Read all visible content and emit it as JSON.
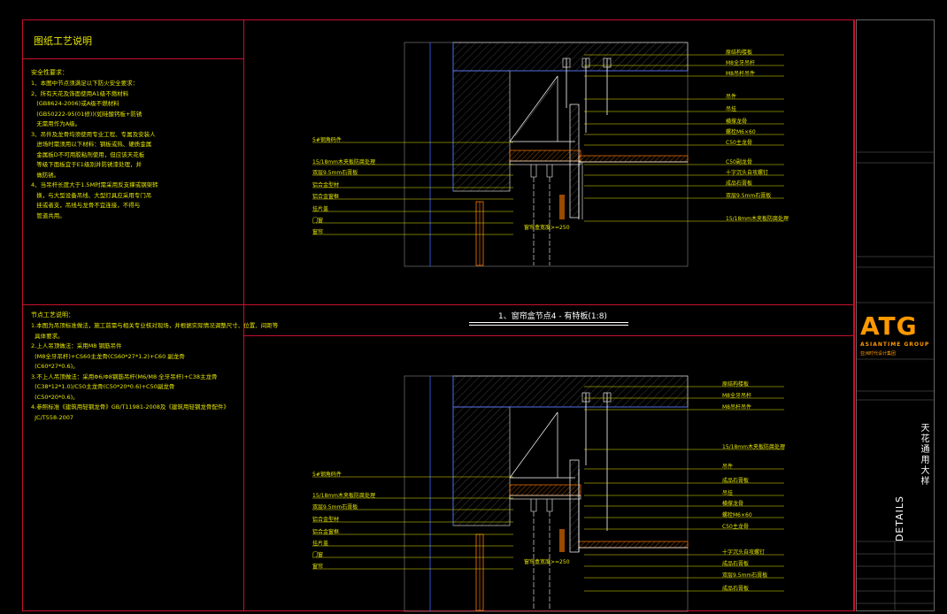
{
  "notes_panel": {
    "title": "图纸工艺说明",
    "safety_heading": "安全性要求：",
    "safety_lines": [
      "1、本图中节点须满足以下防火安全要求：",
      "2、所有天花及饰面使用A1级不燃材料",
      "   (GB8624-2006)或A级不燃材料",
      "   (GB50222-95(01修))(如硅酸钙板+防锈",
      "   无需用作为A级。",
      "3、吊件及龙骨均须使用专业工程、专属及安装人",
      "   进场时需须用以下材料：钢板或热、硬质金属",
      "   金属板D不可用胶粘剂使用，但应该天花板",
      "   等级下面板宜于E1级别并防锈漆处理，并",
      "   做防锈。",
      "4、当吊杆长度大于1.5M时需采用反支撑或钢架转",
      "   换，与大型设备吊线、大型灯具应采用专门吊",
      "   挂或者支，吊线与龙骨不宜连接，不得与",
      "   管道共用。"
    ],
    "process_heading": "节点工艺说明：",
    "process_lines": [
      "1.本图为吊顶标准做法，施工前需与相关专业核对现场，并根据实际情况调整尺寸、位置、间距等",
      "  具体要求。",
      "2.上人吊顶做法：采用M8 钢筋吊件",
      "  (M8全牙吊杆)+CS60主龙骨(CS60*27*1.2)+C60 副龙骨",
      "  (C60*27*0.6)。",
      "3.不上人吊顶做法：采用Φ6/Φ8钢筋吊杆(M6/M8 全牙吊杆)+C38主龙骨",
      "  (C38*12*1.0)/C50主龙骨(C50*20*0.6)+C50副龙骨",
      "  (C50*20*0.6)。",
      "4.参照标准《建筑用轻钢龙骨》GB/T11981-2008及《建筑用轻钢龙骨配件》",
      "  JC/T558-2007"
    ]
  },
  "detail_top": {
    "caption": "1、窗帘盒节点4 - 有特板(1:8)",
    "left_labels": [
      "5#钢角码件",
      "15/18mm木夹板防腐处理",
      "双层9.5mm石膏板",
      "铝合金型材",
      "铝合金窗框",
      "挂片盖",
      "门窗",
      "窗帘"
    ],
    "right_labels": [
      "原结构楼板",
      "M8全牙吊杆",
      "M8吊杆吊件",
      "吊件",
      "吊挂",
      "横撑龙骨",
      "螺栓M6×60",
      "C50主龙骨",
      "C50副龙骨",
      "十字沉头自攻螺钉",
      "成品石膏板",
      "双层9.5mm石膏板",
      "15/18mm木夹板防腐处理"
    ],
    "dimension": "窗帘盒宽度>=250"
  },
  "detail_bottom": {
    "left_labels": [
      "5#钢角码件",
      "15/18mm木夹板防腐处理",
      "双层9.5mm石膏板",
      "铝合金型材",
      "铝合金窗框",
      "挂片盖",
      "门窗",
      "窗帘"
    ],
    "right_labels": [
      "原结构楼板",
      "M8全牙吊杆",
      "M8吊杆吊件",
      "15/18mm木夹板防腐处理",
      "吊件",
      "成品石膏板",
      "吊挂",
      "横撑龙骨",
      "螺栓M6×60",
      "C50主龙骨",
      "十字沉头自攻螺钉",
      "成品石膏板",
      "双层9.5mm石膏板",
      "成品石膏板"
    ],
    "dimension": "窗帘盒宽度>=250"
  },
  "title_block": {
    "logo": "ATG",
    "logo_sub": "ASIANTIME GROUP",
    "logo_sub2": "亚洲时代设计集团",
    "project": "天花通用大样",
    "drawing_type": "DETAILS"
  },
  "colors": {
    "background": "#000000",
    "frame": "#c8102e",
    "annotation": "#e6e600",
    "structure": "#ffffff",
    "glass": "#3b63ff",
    "accent": "#ff9900"
  }
}
